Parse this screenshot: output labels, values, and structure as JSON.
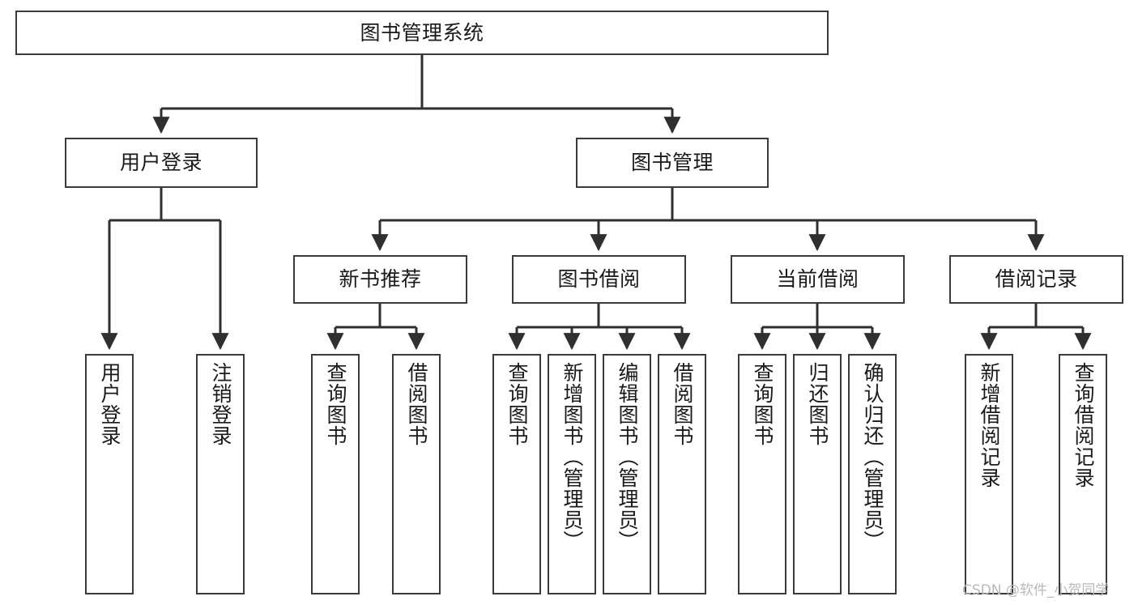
{
  "diagram": {
    "type": "tree-hierarchy-flowchart",
    "title": "图书管理系统",
    "orientation": "top-down",
    "colors": {
      "node_border": "#3b3b3b",
      "node_fill": "#ffffff",
      "edge": "#2f2f2f",
      "text": "#1a1a1a",
      "watermark": "#b9b9b9",
      "background": "#ffffff"
    },
    "nodes": {
      "root": {
        "label": "图书管理系统"
      },
      "level2": [
        {
          "id": "user-login",
          "label": "用户登录"
        },
        {
          "id": "book-manage",
          "label": "图书管理"
        }
      ],
      "level3": [
        {
          "id": "new-book-recommend",
          "label": "新书推荐"
        },
        {
          "id": "book-borrow",
          "label": "图书借阅"
        },
        {
          "id": "current-borrow",
          "label": "当前借阅"
        },
        {
          "id": "borrow-record",
          "label": "借阅记录"
        }
      ],
      "leaves": {
        "user-login": [
          {
            "id": "leaf-user-login",
            "label": "用户登录"
          },
          {
            "id": "leaf-user-logout",
            "label": "注销登录"
          }
        ],
        "new-book-recommend": [
          {
            "id": "leaf-query-book-1",
            "label": "查询图书"
          },
          {
            "id": "leaf-borrow-book-1",
            "label": "借阅图书"
          }
        ],
        "book-borrow": [
          {
            "id": "leaf-query-book-2",
            "label": "查询图书"
          },
          {
            "id": "leaf-add-book",
            "label": "新增图书（管理员）"
          },
          {
            "id": "leaf-edit-book",
            "label": "编辑图书（管理员）"
          },
          {
            "id": "leaf-borrow-book-2",
            "label": "借阅图书"
          }
        ],
        "current-borrow": [
          {
            "id": "leaf-query-book-3",
            "label": "查询图书"
          },
          {
            "id": "leaf-return-book",
            "label": "归还图书"
          },
          {
            "id": "leaf-confirm-return",
            "label": "确认归还（管理员）"
          }
        ],
        "borrow-record": [
          {
            "id": "leaf-add-record",
            "label": "新增借阅记录"
          },
          {
            "id": "leaf-query-record",
            "label": "查询借阅记录"
          }
        ]
      }
    },
    "watermark": "CSDN @软件_小贺同学"
  }
}
